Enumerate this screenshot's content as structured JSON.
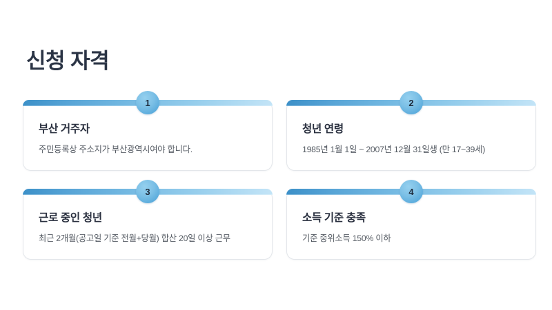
{
  "page": {
    "title": "신청 자격",
    "background_color": "#ffffff",
    "title_color": "#2b3445"
  },
  "theme": {
    "bar_gradient_start": "#3c90c8",
    "bar_gradient_end": "#c3e4f7",
    "badge_color": "#7cc0e6",
    "badge_text_color": "#1e2c3d",
    "card_border_color": "#e3e6ea",
    "card_title_color": "#2b3140",
    "card_desc_color": "#555b63"
  },
  "cards": [
    {
      "number": "1",
      "title": "부산 거주자",
      "description": "주민등록상 주소지가 부산광역시여야 합니다."
    },
    {
      "number": "2",
      "title": "청년 연령",
      "description": "1985년 1월 1일 ~ 2007년 12월 31일생 (만 17~39세)"
    },
    {
      "number": "3",
      "title": "근로 중인 청년",
      "description": "최근 2개월(공고일 기준 전월+당월) 합산 20일 이상 근무"
    },
    {
      "number": "4",
      "title": "소득 기준 충족",
      "description": "기준 중위소득 150% 이하"
    }
  ]
}
